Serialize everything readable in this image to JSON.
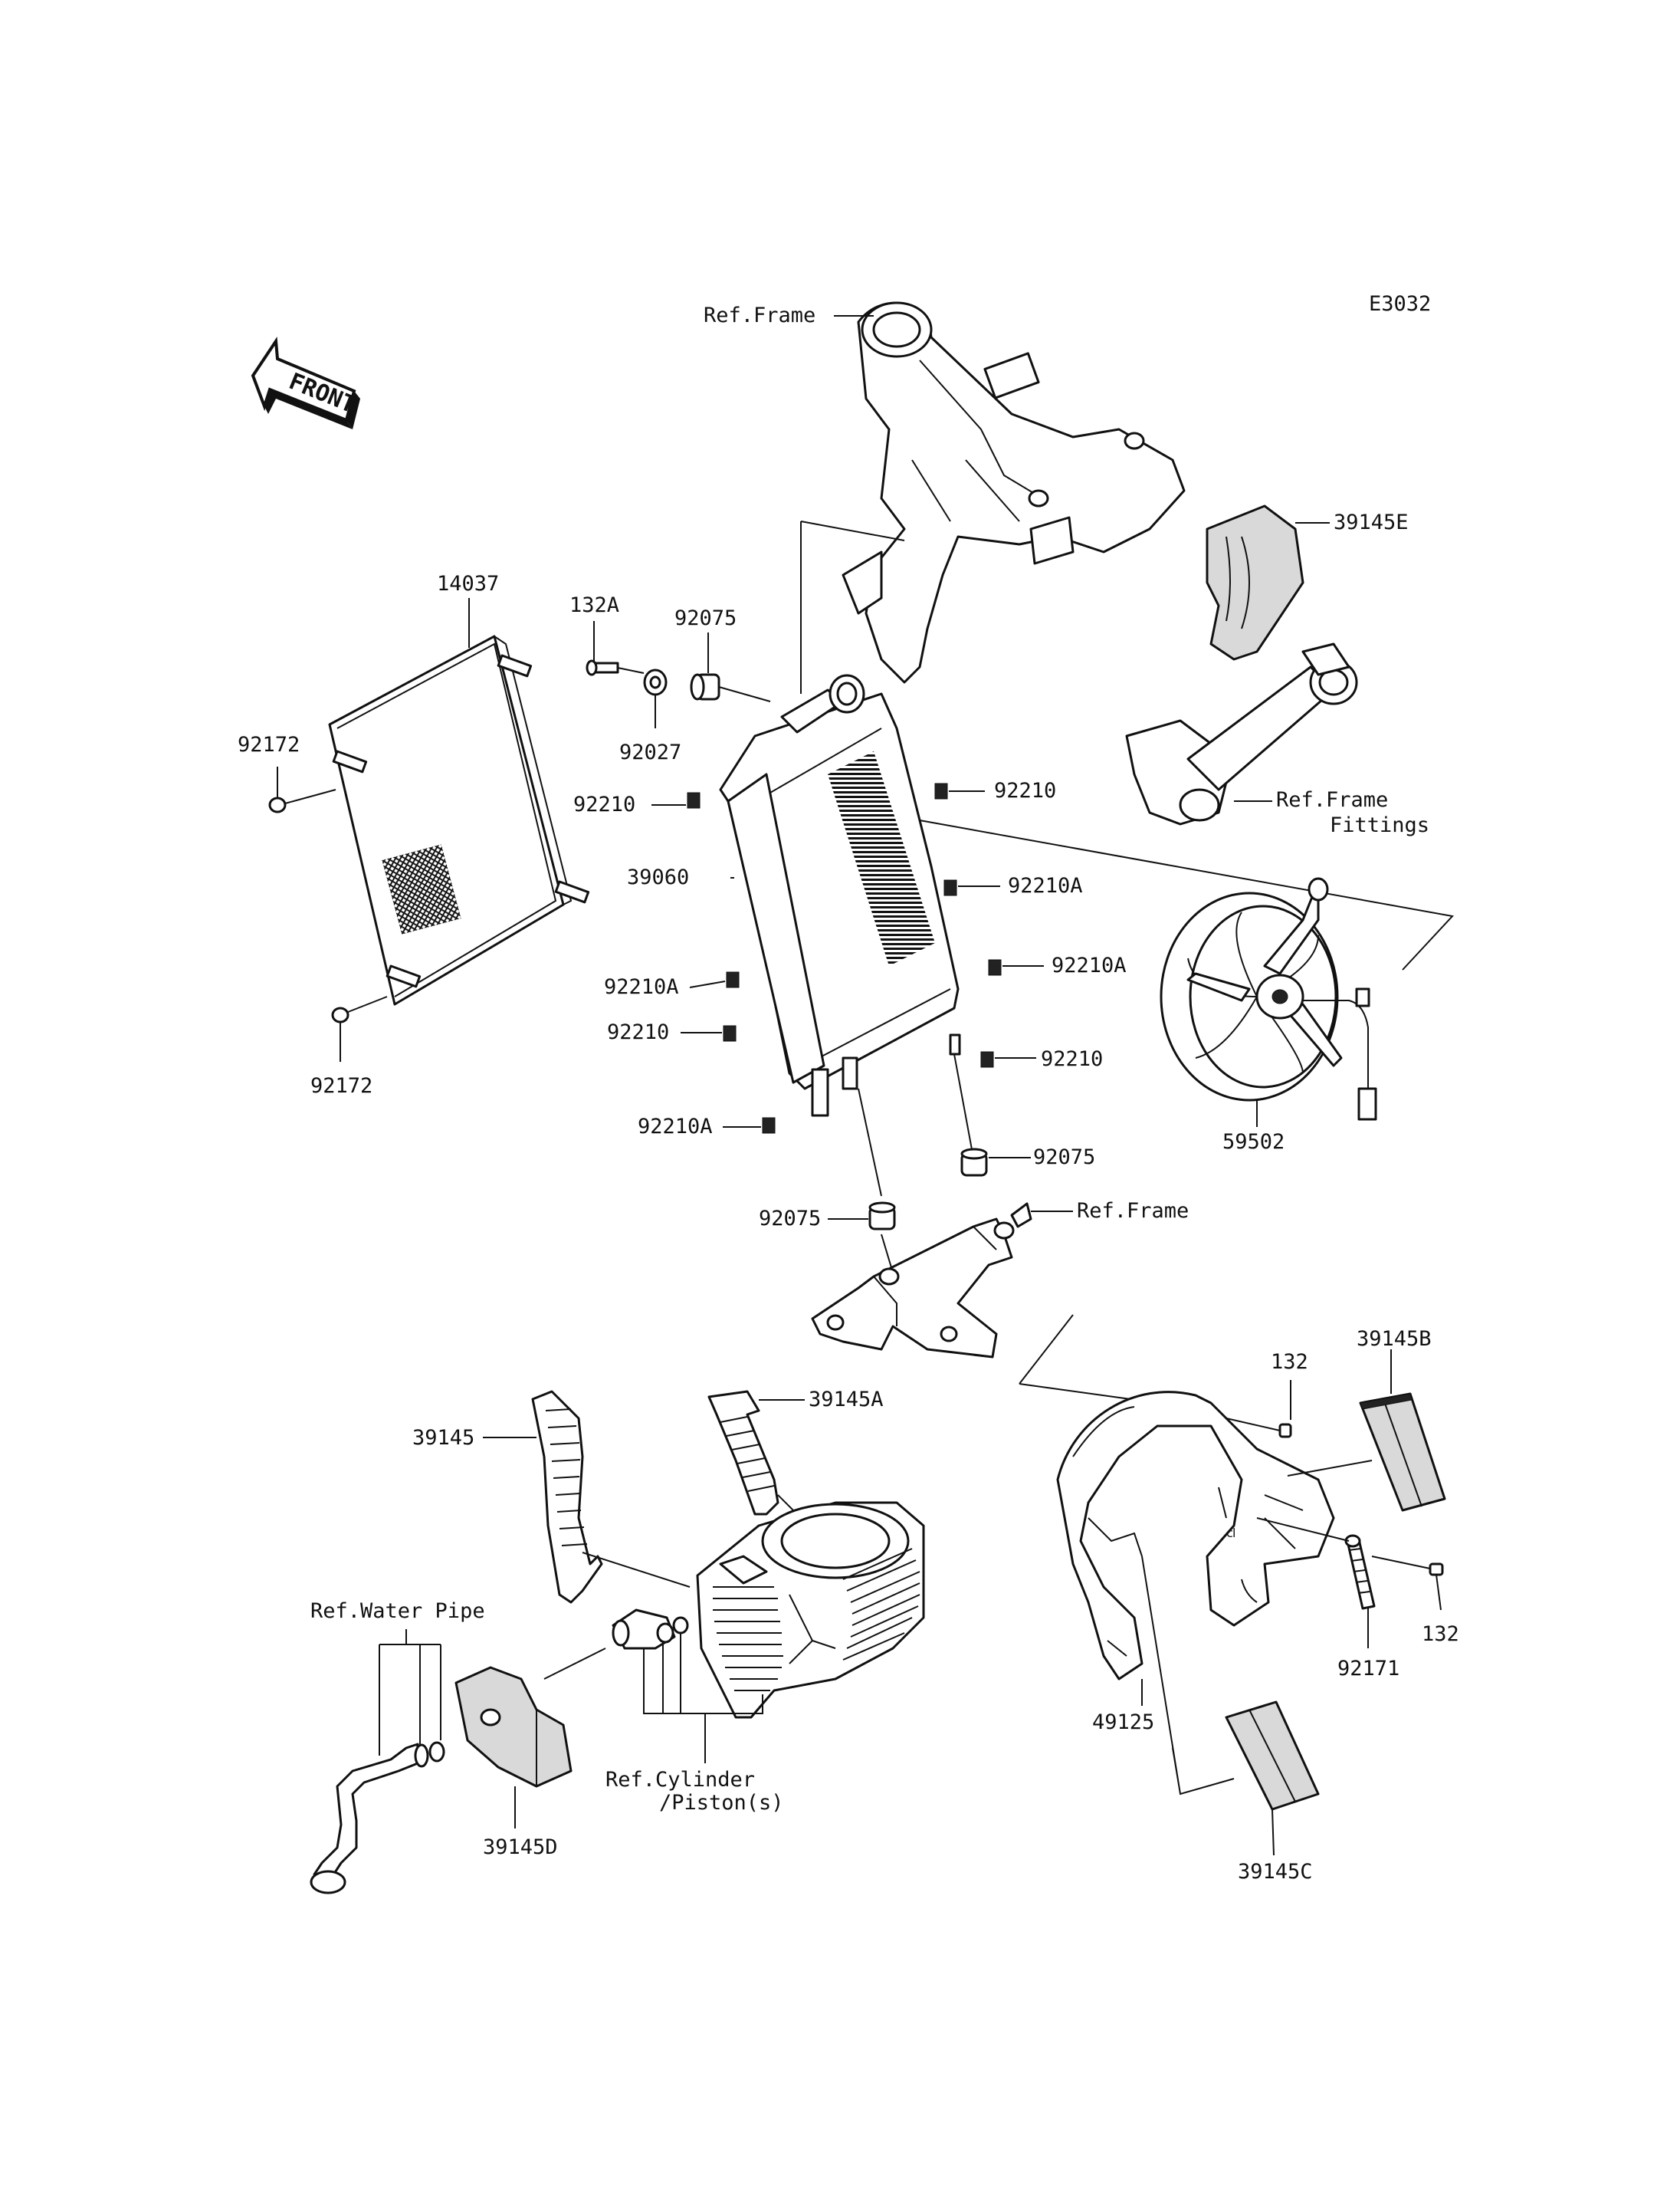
{
  "diagram": {
    "code": "E3032",
    "front_label": "FRONT",
    "labels": {
      "ref_frame_top": "Ref.Frame",
      "p39145E": "39145E",
      "p14037": "14037",
      "p132A": "132A",
      "p92075_top": "92075",
      "p92027": "92027",
      "p92172_top": "92172",
      "p92210_a": "92210",
      "p92210_b": "92210",
      "ref_frame_fittings_1": "Ref.Frame",
      "ref_frame_fittings_2": "Fittings",
      "p39060": "39060",
      "p92210A_a": "92210A",
      "p92210A_b": "92210A",
      "p92210A_c": "92210A",
      "p92210_c": "92210",
      "p92210_d": "92210",
      "p92172_bottom": "92172",
      "p59502": "59502",
      "p92210A_d": "92210A",
      "p92075_right": "92075",
      "p92075_left": "92075",
      "ref_frame_mid": "Ref.Frame",
      "p132_top": "132",
      "p39145B": "39145B",
      "p39145A": "39145A",
      "p39145": "39145",
      "ref_water_pipe": "Ref.Water Pipe",
      "p132_bottom": "132",
      "p92171": "92171",
      "p49125": "49125",
      "ref_cylinder_1": "Ref.Cylinder",
      "ref_cylinder_2": "/Piston(s)",
      "p39145D": "39145D",
      "p39145C": "39145C"
    }
  }
}
